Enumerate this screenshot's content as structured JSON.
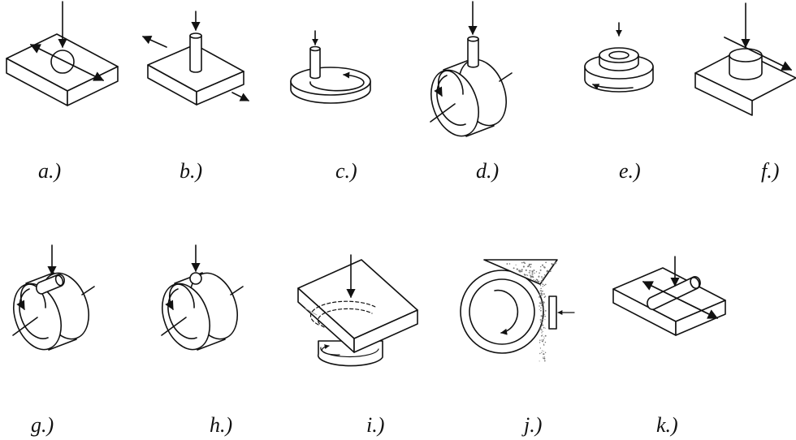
{
  "labels": {
    "a": "a.)",
    "b": "b.)",
    "c": "c.)",
    "d": "d.)",
    "e": "e.)",
    "f": "f.)",
    "g": "g.)",
    "h": "h.)",
    "i": "i.)",
    "j": "j.)",
    "k": "k.)"
  },
  "colors": {
    "ink": "#111111",
    "background": "#ffffff",
    "powder": "#777777"
  }
}
